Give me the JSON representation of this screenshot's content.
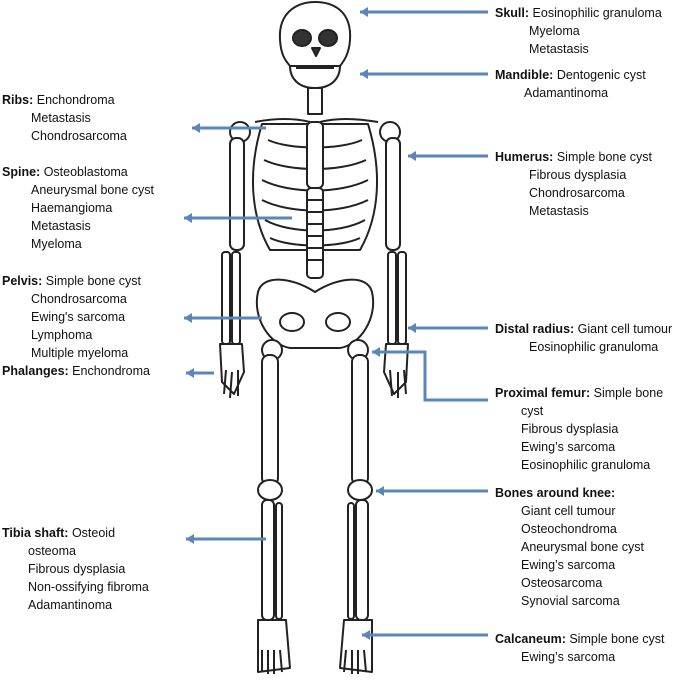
{
  "colors": {
    "arrow": "#5b86b8",
    "bone": "#ffffff",
    "outline": "#222222"
  },
  "labels": {
    "skull": {
      "title": "Skull:",
      "lines": [
        "Eosinophilic granuloma",
        "Myeloma",
        "Metastasis"
      ]
    },
    "mandible": {
      "title": "Mandible:",
      "lines": [
        "Dentogenic cyst",
        "Adamantinoma"
      ]
    },
    "humerus": {
      "title": "Humerus:",
      "lines": [
        "Simple bone cyst",
        "Fibrous dysplasia",
        "Chondrosarcoma",
        "Metastasis"
      ]
    },
    "radius": {
      "title": "Distal radius:",
      "lines": [
        "Giant cell tumour",
        "Eosinophilic granuloma"
      ]
    },
    "femur": {
      "title": "Proximal femur:",
      "lines": [
        "Simple bone",
        "cyst",
        "Fibrous dysplasia",
        "Ewing’s sarcoma",
        "Eosinophilic granuloma"
      ]
    },
    "knee": {
      "title": "Bones around knee:",
      "lines": [
        "Giant cell tumour",
        "Osteochondroma",
        "Aneurysmal bone cyst",
        "Ewing’s sarcoma",
        "Osteosarcoma",
        "Synovial sarcoma"
      ]
    },
    "calcaneum": {
      "title": "Calcaneum:",
      "lines": [
        "Simple bone cyst",
        "Ewing’s sarcoma"
      ]
    },
    "ribs": {
      "title": "Ribs:",
      "lines": [
        "Enchondroma",
        "Metastasis",
        "Chondrosarcoma"
      ]
    },
    "spine": {
      "title": "Spine:",
      "lines": [
        "Osteoblastoma",
        "Aneurysmal bone cyst",
        "Haemangioma",
        "Metastasis",
        "Myeloma"
      ]
    },
    "pelvis": {
      "title": "Pelvis:",
      "lines": [
        "Simple bone cyst",
        "Chondrosarcoma",
        "Ewing's sarcoma",
        "Lymphoma",
        "Multiple myeloma"
      ]
    },
    "phalanges": {
      "title": "Phalanges:",
      "lines": [
        "Enchondroma"
      ]
    },
    "tibia": {
      "title": "Tibia shaft:",
      "lines": [
        "Osteoid",
        "osteoma",
        "Fibrous dysplasia",
        "Non-ossifying fibroma",
        "Adamantinoma"
      ]
    }
  }
}
